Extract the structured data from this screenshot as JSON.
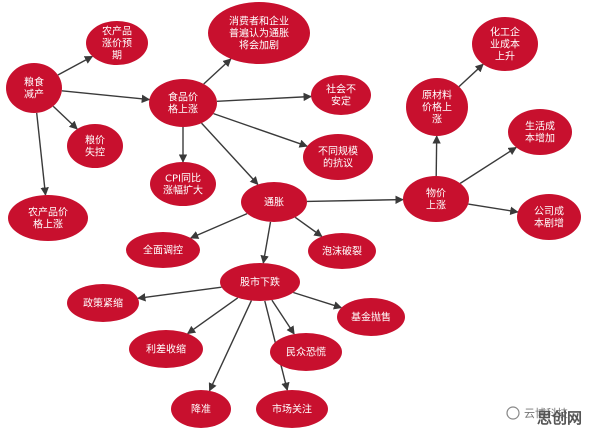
{
  "colors": {
    "node": "#c8102e",
    "edge": "#3a3a3a",
    "text": "#ffffff",
    "background": "#ffffff"
  },
  "nodes": {
    "grain_cut": {
      "lines": [
        "粮食",
        "减产"
      ]
    },
    "ag_expect": {
      "lines": [
        "农产品",
        "涨价预",
        "期"
      ]
    },
    "grain_loss": {
      "lines": [
        "粮价",
        "失控"
      ]
    },
    "ag_price_rise": {
      "lines": [
        "农产品价",
        "格上涨"
      ]
    },
    "food_price_rise": {
      "lines": [
        "食品价",
        "格上涨"
      ]
    },
    "consumer_view": {
      "lines": [
        "消费者和企业",
        "普遍认为通胀",
        "将会加剧"
      ]
    },
    "social_unrest": {
      "lines": [
        "社会不",
        "安定"
      ]
    },
    "cpi_up": {
      "lines": [
        "CPI同比",
        "涨幅扩大"
      ]
    },
    "resist": {
      "lines": [
        "不同规模",
        "的抗议"
      ]
    },
    "inflation": {
      "lines": [
        "通胀"
      ]
    },
    "raw_material": {
      "lines": [
        "原材料",
        "价格上",
        "涨"
      ]
    },
    "chem_cost": {
      "lines": [
        "化工企",
        "业成本",
        "上升"
      ]
    },
    "living_cost": {
      "lines": [
        "生活成",
        "本增加"
      ]
    },
    "price_rise": {
      "lines": [
        "物价",
        "上涨"
      ]
    },
    "company_cost": {
      "lines": [
        "公司成",
        "本剧增"
      ]
    },
    "macro_control": {
      "lines": [
        "全面调控"
      ]
    },
    "bubble": {
      "lines": [
        "泡沫破裂"
      ]
    },
    "stock_fall": {
      "lines": [
        "股市下跌"
      ]
    },
    "policy_tight": {
      "lines": [
        "政策紧缩"
      ]
    },
    "fund_sell": {
      "lines": [
        "基金抛售"
      ]
    },
    "margin_shrink": {
      "lines": [
        "利差收缩"
      ]
    },
    "panic": {
      "lines": [
        "民众恐慌"
      ]
    },
    "rrr_cut": {
      "lines": [
        "降准"
      ]
    },
    "market_watch": {
      "lines": [
        "市场关注"
      ]
    }
  },
  "edges": [
    [
      "grain_cut",
      "ag_expect"
    ],
    [
      "grain_cut",
      "food_price_rise"
    ],
    [
      "grain_cut",
      "grain_loss"
    ],
    [
      "grain_cut",
      "ag_price_rise"
    ],
    [
      "food_price_rise",
      "consumer_view"
    ],
    [
      "food_price_rise",
      "social_unrest"
    ],
    [
      "food_price_rise",
      "cpi_up"
    ],
    [
      "food_price_rise",
      "resist"
    ],
    [
      "food_price_rise",
      "inflation"
    ],
    [
      "inflation",
      "price_rise"
    ],
    [
      "price_rise",
      "raw_material"
    ],
    [
      "raw_material",
      "chem_cost"
    ],
    [
      "price_rise",
      "living_cost"
    ],
    [
      "price_rise",
      "company_cost"
    ],
    [
      "inflation",
      "macro_control"
    ],
    [
      "inflation",
      "bubble"
    ],
    [
      "inflation",
      "stock_fall"
    ],
    [
      "stock_fall",
      "policy_tight"
    ],
    [
      "stock_fall",
      "fund_sell"
    ],
    [
      "stock_fall",
      "margin_shrink"
    ],
    [
      "stock_fall",
      "panic"
    ],
    [
      "stock_fall",
      "rrr_cut"
    ],
    [
      "stock_fall",
      "market_watch"
    ]
  ],
  "watermark": {
    "account": "云博科技",
    "logo": "思创网"
  }
}
